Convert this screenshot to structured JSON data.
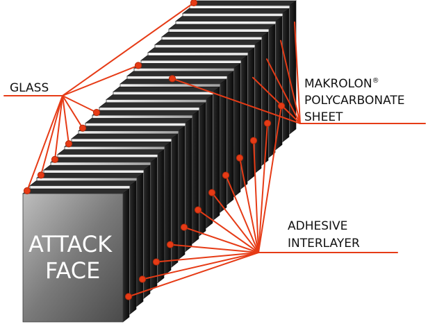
{
  "diagram": {
    "colors": {
      "leader": "#e63b16",
      "glass_front_light": "#eeeeee",
      "glass_front_dark": "#4a4a4a",
      "polycarbonate_front": "#dcdcdc",
      "edge_dark": "#141414",
      "label_text": "#111111",
      "face_text": "#ffffff"
    },
    "labels": {
      "glass": "GLASS",
      "makrolon_line1": "MAKROLON",
      "registered_mark": "®",
      "makrolon_line2": "POLYCARBONATE",
      "makrolon_line3": "SHEET",
      "adhesive_line1": "ADHESIVE",
      "adhesive_line2": "INTERLAYER",
      "attack_face_line1": "ATTACK",
      "attack_face_line2": "FACE"
    },
    "layers": [
      "glass",
      "interlayer",
      "glass",
      "interlayer",
      "glass",
      "interlayer",
      "glass",
      "interlayer",
      "glass",
      "interlayer",
      "glass",
      "interlayer",
      "glass",
      "interlayer",
      "glass",
      "interlayer",
      "glass",
      "interlayer",
      "polycarbonate",
      "interlayer",
      "polycarbonate",
      "interlayer",
      "polycarbonate",
      "interlayer",
      "polycarbonate"
    ]
  }
}
